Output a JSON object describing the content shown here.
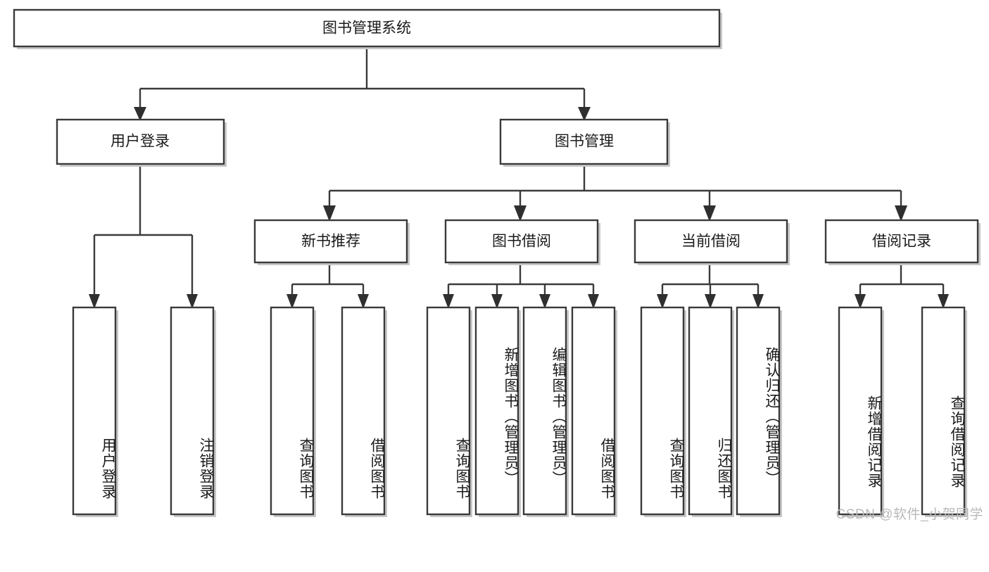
{
  "diagram": {
    "type": "tree-hierarchy-chart",
    "title": "图书管理系统",
    "root": {
      "id": "root",
      "label": "图书管理系统",
      "orientation": "horizontal"
    },
    "level1": [
      {
        "id": "user-login",
        "label": "用户登录",
        "orientation": "horizontal"
      },
      {
        "id": "book-manage",
        "label": "图书管理",
        "orientation": "horizontal"
      }
    ],
    "level2": [
      {
        "id": "new-book-rec",
        "label": "新书推荐",
        "parent": "book-manage",
        "orientation": "horizontal"
      },
      {
        "id": "book-borrow",
        "label": "图书借阅",
        "parent": "book-manage",
        "orientation": "horizontal"
      },
      {
        "id": "current-borrow",
        "label": "当前借阅",
        "parent": "book-manage",
        "orientation": "horizontal"
      },
      {
        "id": "borrow-record",
        "label": "借阅记录",
        "parent": "book-manage",
        "orientation": "horizontal"
      }
    ],
    "leaves": [
      {
        "id": "leaf-user-login",
        "label": "用户登录",
        "parent": "user-login",
        "orientation": "vertical"
      },
      {
        "id": "leaf-logout",
        "label": "注销登录",
        "parent": "user-login",
        "orientation": "vertical"
      },
      {
        "id": "leaf-query-book-1",
        "label": "查询图书",
        "parent": "new-book-rec",
        "orientation": "vertical"
      },
      {
        "id": "leaf-borrow-book-1",
        "label": "借阅图书",
        "parent": "new-book-rec",
        "orientation": "vertical"
      },
      {
        "id": "leaf-query-book-2",
        "label": "查询图书",
        "parent": "book-borrow",
        "orientation": "vertical"
      },
      {
        "id": "leaf-add-book",
        "label": "新增图书（管理员）",
        "parent": "book-borrow",
        "orientation": "vertical"
      },
      {
        "id": "leaf-edit-book",
        "label": "编辑图书（管理员）",
        "parent": "book-borrow",
        "orientation": "vertical"
      },
      {
        "id": "leaf-borrow-book-2",
        "label": "借阅图书",
        "parent": "book-borrow",
        "orientation": "vertical"
      },
      {
        "id": "leaf-query-book-3",
        "label": "查询图书",
        "parent": "current-borrow",
        "orientation": "vertical"
      },
      {
        "id": "leaf-return-book",
        "label": "归还图书",
        "parent": "current-borrow",
        "orientation": "vertical"
      },
      {
        "id": "leaf-confirm-return",
        "label": "确认归还（管理员）",
        "parent": "current-borrow",
        "orientation": "vertical"
      },
      {
        "id": "leaf-add-record",
        "label": "新增借阅记录",
        "parent": "borrow-record",
        "orientation": "vertical"
      },
      {
        "id": "leaf-query-record",
        "label": "查询借阅记录",
        "parent": "borrow-record",
        "orientation": "vertical"
      }
    ],
    "watermark": "CSDN @软件_小贺同学",
    "colors": {
      "box_stroke": "#3a3a3a",
      "box_fill": "#ffffff",
      "link": "#3a3a3a",
      "text": "#1a1a1a",
      "background": "#ffffff",
      "watermark": "#b9b9b9",
      "shadow": "#c8c8c8"
    }
  }
}
